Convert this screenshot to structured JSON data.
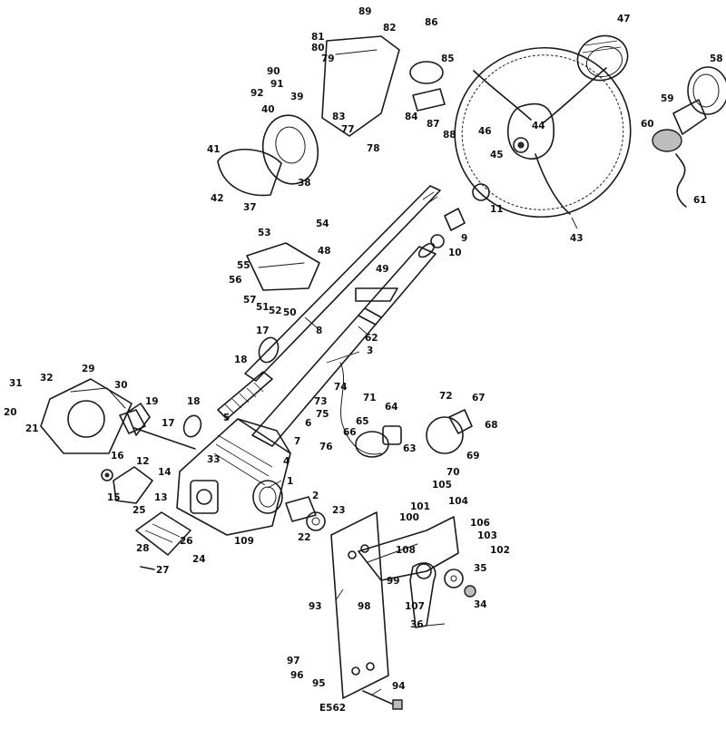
{
  "diagram": {
    "figure_code": "E562",
    "labels": [
      {
        "id": "89",
        "text": "89"
      },
      {
        "id": "82",
        "text": "82"
      },
      {
        "id": "86",
        "text": "86"
      },
      {
        "id": "81",
        "text": "81"
      },
      {
        "id": "80",
        "text": "80"
      },
      {
        "id": "79",
        "text": "79"
      },
      {
        "id": "85",
        "text": "85"
      },
      {
        "id": "90",
        "text": "90"
      },
      {
        "id": "91",
        "text": "91"
      },
      {
        "id": "92",
        "text": "92"
      },
      {
        "id": "39",
        "text": "39"
      },
      {
        "id": "40",
        "text": "40"
      },
      {
        "id": "77",
        "text": "77"
      },
      {
        "id": "83",
        "text": "83"
      },
      {
        "id": "84",
        "text": "84"
      },
      {
        "id": "87",
        "text": "87"
      },
      {
        "id": "88",
        "text": "88"
      },
      {
        "id": "78",
        "text": "78"
      },
      {
        "id": "41",
        "text": "41"
      },
      {
        "id": "42",
        "text": "42"
      },
      {
        "id": "38",
        "text": "38"
      },
      {
        "id": "37",
        "text": "37"
      },
      {
        "id": "47",
        "text": "47"
      },
      {
        "id": "58",
        "text": "58"
      },
      {
        "id": "59",
        "text": "59"
      },
      {
        "id": "60",
        "text": "60"
      },
      {
        "id": "61",
        "text": "61"
      },
      {
        "id": "44",
        "text": "44"
      },
      {
        "id": "46",
        "text": "46"
      },
      {
        "id": "45",
        "text": "45"
      },
      {
        "id": "11",
        "text": "11"
      },
      {
        "id": "43",
        "text": "43"
      },
      {
        "id": "53",
        "text": "53"
      },
      {
        "id": "54",
        "text": "54"
      },
      {
        "id": "48",
        "text": "48"
      },
      {
        "id": "55",
        "text": "55"
      },
      {
        "id": "56",
        "text": "56"
      },
      {
        "id": "57",
        "text": "57"
      },
      {
        "id": "51",
        "text": "51"
      },
      {
        "id": "52",
        "text": "52"
      },
      {
        "id": "50",
        "text": "50"
      },
      {
        "id": "9",
        "text": "9"
      },
      {
        "id": "10",
        "text": "10"
      },
      {
        "id": "49",
        "text": "49"
      },
      {
        "id": "8",
        "text": "8"
      },
      {
        "id": "62",
        "text": "62"
      },
      {
        "id": "17a",
        "text": "17"
      },
      {
        "id": "18a",
        "text": "18"
      },
      {
        "id": "3",
        "text": "3"
      },
      {
        "id": "29",
        "text": "29"
      },
      {
        "id": "30",
        "text": "30"
      },
      {
        "id": "19",
        "text": "19"
      },
      {
        "id": "31",
        "text": "31"
      },
      {
        "id": "32",
        "text": "32"
      },
      {
        "id": "20",
        "text": "20"
      },
      {
        "id": "21",
        "text": "21"
      },
      {
        "id": "18b",
        "text": "18"
      },
      {
        "id": "17b",
        "text": "17"
      },
      {
        "id": "74",
        "text": "74"
      },
      {
        "id": "71",
        "text": "71"
      },
      {
        "id": "73",
        "text": "73"
      },
      {
        "id": "75",
        "text": "75"
      },
      {
        "id": "64",
        "text": "64"
      },
      {
        "id": "65",
        "text": "65"
      },
      {
        "id": "66",
        "text": "66"
      },
      {
        "id": "76",
        "text": "76"
      },
      {
        "id": "63",
        "text": "63"
      },
      {
        "id": "72",
        "text": "72"
      },
      {
        "id": "67",
        "text": "67"
      },
      {
        "id": "68",
        "text": "68"
      },
      {
        "id": "69",
        "text": "69"
      },
      {
        "id": "70",
        "text": "70"
      },
      {
        "id": "5",
        "text": "5"
      },
      {
        "id": "6",
        "text": "6"
      },
      {
        "id": "7",
        "text": "7"
      },
      {
        "id": "4",
        "text": "4"
      },
      {
        "id": "33",
        "text": "33"
      },
      {
        "id": "16",
        "text": "16"
      },
      {
        "id": "12",
        "text": "12"
      },
      {
        "id": "14",
        "text": "14"
      },
      {
        "id": "13",
        "text": "13"
      },
      {
        "id": "15",
        "text": "15"
      },
      {
        "id": "1",
        "text": "1"
      },
      {
        "id": "2",
        "text": "2"
      },
      {
        "id": "23",
        "text": "23"
      },
      {
        "id": "22",
        "text": "22"
      },
      {
        "id": "25",
        "text": "25"
      },
      {
        "id": "26",
        "text": "26"
      },
      {
        "id": "24",
        "text": "24"
      },
      {
        "id": "28",
        "text": "28"
      },
      {
        "id": "27",
        "text": "27"
      },
      {
        "id": "109",
        "text": "109"
      },
      {
        "id": "105",
        "text": "105"
      },
      {
        "id": "101",
        "text": "101"
      },
      {
        "id": "104",
        "text": "104"
      },
      {
        "id": "100",
        "text": "100"
      },
      {
        "id": "106",
        "text": "106"
      },
      {
        "id": "103",
        "text": "103"
      },
      {
        "id": "102",
        "text": "102"
      },
      {
        "id": "108",
        "text": "108"
      },
      {
        "id": "99",
        "text": "99"
      },
      {
        "id": "35",
        "text": "35"
      },
      {
        "id": "93",
        "text": "93"
      },
      {
        "id": "98",
        "text": "98"
      },
      {
        "id": "107",
        "text": "107"
      },
      {
        "id": "34",
        "text": "34"
      },
      {
        "id": "36",
        "text": "36"
      },
      {
        "id": "97",
        "text": "97"
      },
      {
        "id": "96",
        "text": "96"
      },
      {
        "id": "95",
        "text": "95"
      },
      {
        "id": "94",
        "text": "94"
      }
    ]
  }
}
